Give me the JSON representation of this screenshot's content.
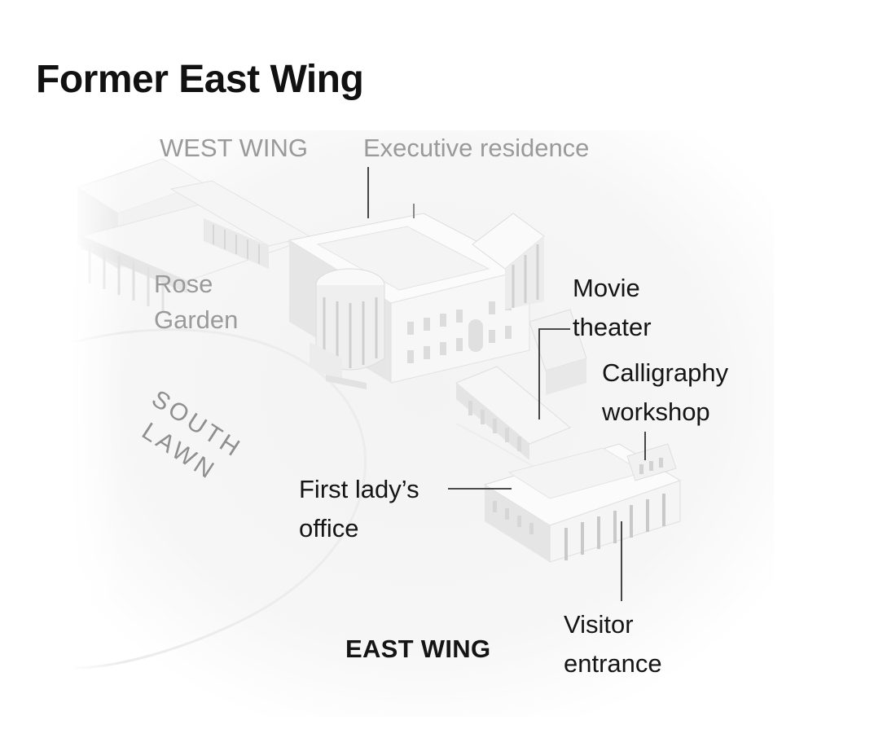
{
  "title": "Former East Wing",
  "labels": {
    "west_wing": "WEST WING",
    "executive_residence": "Executive residence",
    "rose_garden": [
      "Rose",
      "Garden"
    ],
    "south_lawn": [
      "SOUTH",
      "LAWN"
    ],
    "movie_theater": [
      "Movie",
      "theater"
    ],
    "calligraphy_workshop": [
      "Calligraphy",
      "workshop"
    ],
    "first_ladys_office": [
      "First lady’s",
      "office"
    ],
    "visitor_entrance": [
      "Visitor",
      "entrance"
    ],
    "east_wing": "EAST WING"
  },
  "colors": {
    "title": "#111111",
    "label": "#151515",
    "muted_label": "#9a9a9a",
    "leader_line": "#333333",
    "building_light": "#fafafa",
    "building_shadow": "#d9d9d9"
  }
}
